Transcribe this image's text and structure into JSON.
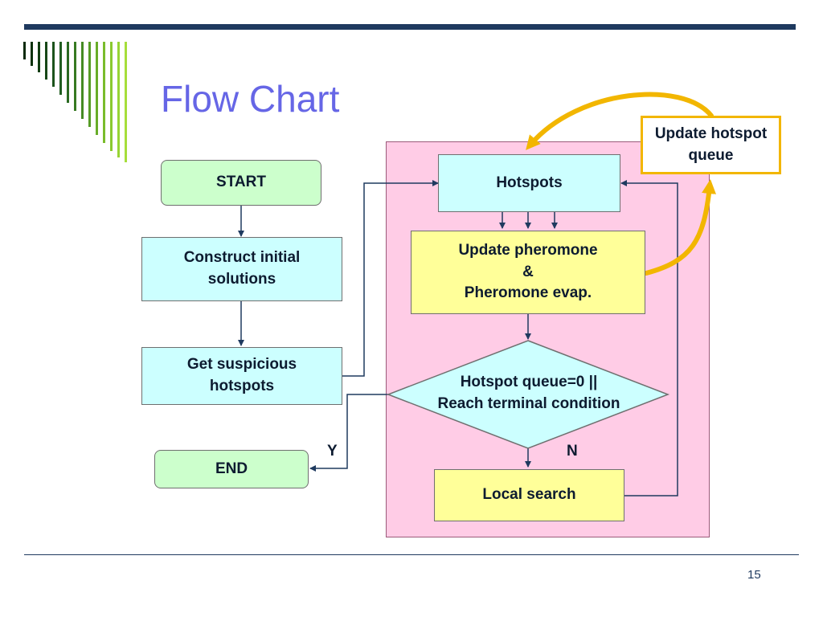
{
  "slide": {
    "title": "Flow Chart",
    "page_number": "15"
  },
  "nodes": {
    "start": "START",
    "construct": [
      "Construct initial",
      "solutions"
    ],
    "suspicious": [
      "Get suspicious",
      "hotspots"
    ],
    "end": "END",
    "hotspots": "Hotspots",
    "pheromone": [
      "Update pheromone",
      "&",
      "Pheromone evap."
    ],
    "decision": [
      "Hotspot queue=0 ||",
      "Reach terminal condition"
    ],
    "local_search": "Local search",
    "update_queue": [
      "Update hotspot",
      "queue"
    ]
  },
  "edge_labels": {
    "yes": "Y",
    "no": "N"
  },
  "colors": {
    "title": "#6666e6",
    "accent_bar": "#1f3a5f",
    "loop_zone": "#ffcce6",
    "terminal_fill": "#ccffcc",
    "process_fill": "#ccffff",
    "highlight_fill": "#ffff99",
    "feedback_arrow": "#f2b600"
  }
}
